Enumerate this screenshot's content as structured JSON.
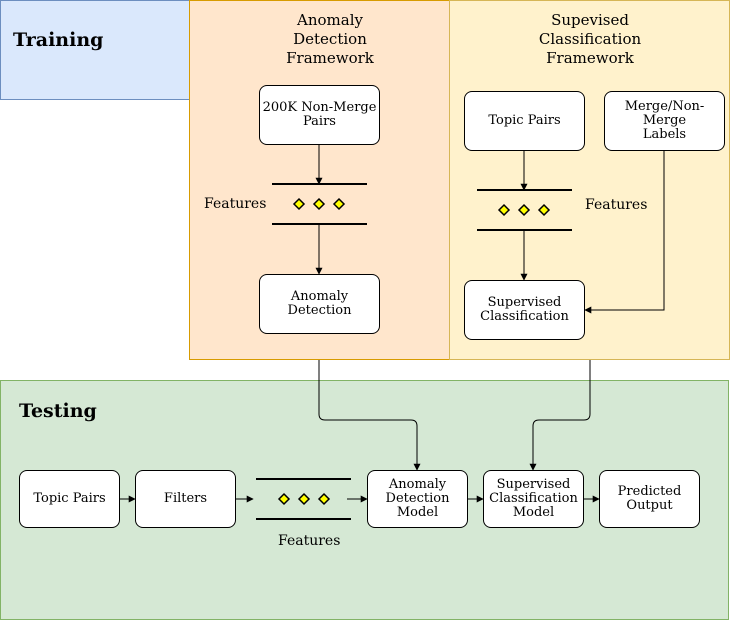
{
  "training": {
    "heading": "Training"
  },
  "testing": {
    "heading": "Testing"
  },
  "anomaly_framework": {
    "title": "Anomaly\nDetection\nFramework",
    "input": "200K Non-Merge\nPairs",
    "features_label": "Features",
    "output": "Anomaly\nDetection"
  },
  "supervised_framework": {
    "title": "Supevised\nClassification\nFramework",
    "input": "Topic Pairs",
    "labels": "Merge/Non-Merge\nLabels",
    "features_label": "Features",
    "output": "Supervised\nClassification"
  },
  "testing_pipeline": {
    "topic_pairs": "Topic Pairs",
    "filters": "Filters",
    "features_label": "Features",
    "anomaly_model": "Anomaly\nDetection\nModel",
    "supervised_model": "Supervised\nClassification\nModel",
    "predicted_output": "Predicted\nOutput"
  },
  "colors": {
    "training_fill": "#dae8fc",
    "anomaly_fill": "#ffe6cc",
    "supervised_fill": "#fff2cc",
    "testing_fill": "#d5e8d4",
    "feature_diamond": "#ffff00"
  }
}
